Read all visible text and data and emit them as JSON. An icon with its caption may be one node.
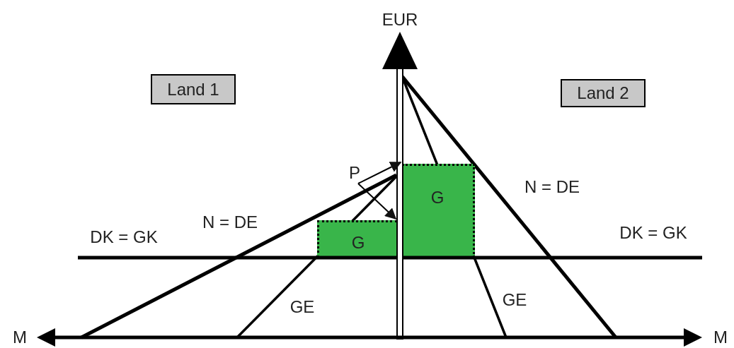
{
  "diagram": {
    "nodes": [
      {
        "text": [
          "Land 1"
        ]
      },
      {
        "text": [
          "Land 2"
        ]
      },
      {
        "text": [
          "P"
        ]
      },
      {
        "text": [
          "G"
        ]
      },
      {
        "text": [
          "G"
        ]
      }
    ],
    "edges": [
      {
        "from": 2,
        "to": 3,
        "arrow": "to"
      },
      {
        "from": 2,
        "to": 4,
        "arrow": "to"
      }
    ],
    "labels": [
      "EUR",
      "N = DE",
      "N = DE",
      "DK = GK",
      "DK = GK",
      "GE",
      "GE",
      "M",
      "M"
    ]
  }
}
